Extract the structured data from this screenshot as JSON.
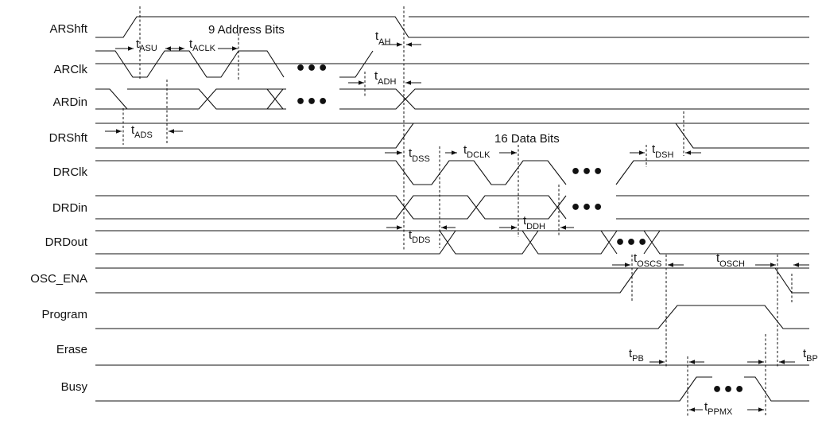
{
  "signals": [
    "ARShft",
    "ARClk",
    "ARDin",
    "DRShft",
    "DRClk",
    "DRDin",
    "DRDout",
    "OSC_ENA",
    "Program",
    "Erase",
    "Busy"
  ],
  "notes": {
    "address_bits": "9 Address Bits",
    "data_bits": "16 Data Bits",
    "ellipsis": "•••"
  },
  "timing_params": [
    {
      "id": "asu",
      "sym": "t",
      "sub": "ASU"
    },
    {
      "id": "aclk",
      "sym": "t",
      "sub": "ACLK"
    },
    {
      "id": "ah",
      "sym": "t",
      "sub": "AH"
    },
    {
      "id": "adh",
      "sym": "t",
      "sub": "ADH"
    },
    {
      "id": "ads",
      "sym": "t",
      "sub": "ADS"
    },
    {
      "id": "dss",
      "sym": "t",
      "sub": "DSS"
    },
    {
      "id": "dclk",
      "sym": "t",
      "sub": "DCLK"
    },
    {
      "id": "dsh",
      "sym": "t",
      "sub": "DSH"
    },
    {
      "id": "dds",
      "sym": "t",
      "sub": "DDS"
    },
    {
      "id": "ddh",
      "sym": "t",
      "sub": "DDH"
    },
    {
      "id": "oscs",
      "sym": "t",
      "sub": "OSCS"
    },
    {
      "id": "osch",
      "sym": "t",
      "sub": "OSCH"
    },
    {
      "id": "pb",
      "sym": "t",
      "sub": "PB"
    },
    {
      "id": "bp",
      "sym": "t",
      "sub": "BP"
    },
    {
      "id": "ppmx",
      "sym": "t",
      "sub": "PPMX"
    }
  ]
}
